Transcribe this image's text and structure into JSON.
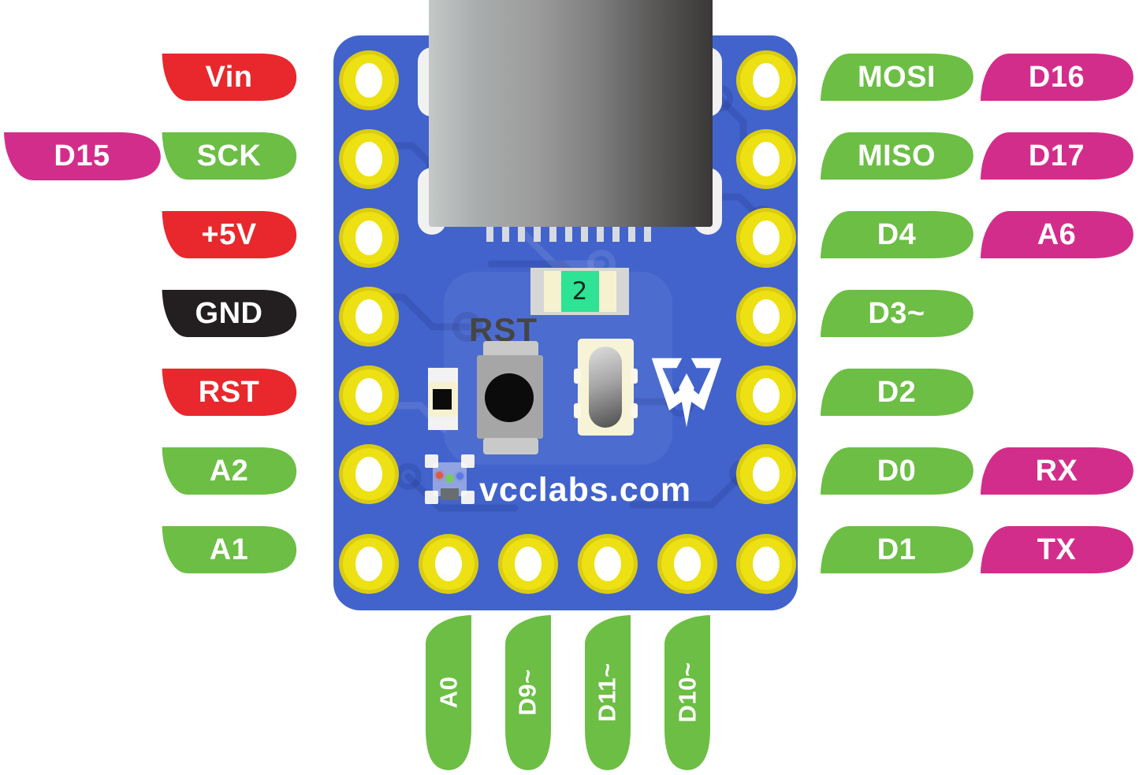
{
  "diagram": {
    "brand_text": "vcclabs.com",
    "rst_silkscreen": "RST",
    "led_marking": "2"
  },
  "colors": {
    "power": "#E8282D",
    "ground": "#231F20",
    "gpio": "#6CBE45",
    "alt": "#D32D8B",
    "board": "#4263CC",
    "pad": "#EDE013"
  },
  "pins": {
    "left_outer": [
      {
        "label": "D15",
        "role": "alt"
      }
    ],
    "left_inner": [
      {
        "label": "Vin",
        "role": "power"
      },
      {
        "label": "SCK",
        "role": "gpio"
      },
      {
        "label": "+5V",
        "role": "power"
      },
      {
        "label": "GND",
        "role": "ground"
      },
      {
        "label": "RST",
        "role": "power"
      },
      {
        "label": "A2",
        "role": "gpio"
      },
      {
        "label": "A1",
        "role": "gpio"
      }
    ],
    "right_inner": [
      {
        "label": "MOSI",
        "role": "gpio"
      },
      {
        "label": "MISO",
        "role": "gpio"
      },
      {
        "label": "D4",
        "role": "gpio"
      },
      {
        "label": "D3~",
        "role": "gpio"
      },
      {
        "label": "D2",
        "role": "gpio"
      },
      {
        "label": "D0",
        "role": "gpio"
      },
      {
        "label": "D1",
        "role": "gpio"
      }
    ],
    "right_outer": [
      {
        "label": "D16",
        "role": "alt"
      },
      {
        "label": "D17",
        "role": "alt"
      },
      {
        "label": "A6",
        "role": "alt"
      },
      {
        "label": "RX",
        "role": "alt"
      },
      {
        "label": "TX",
        "role": "alt"
      }
    ],
    "bottom": [
      {
        "label": "A0",
        "role": "gpio"
      },
      {
        "label": "D9~",
        "role": "gpio"
      },
      {
        "label": "D11~",
        "role": "gpio"
      },
      {
        "label": "D10~",
        "role": "gpio"
      }
    ]
  }
}
